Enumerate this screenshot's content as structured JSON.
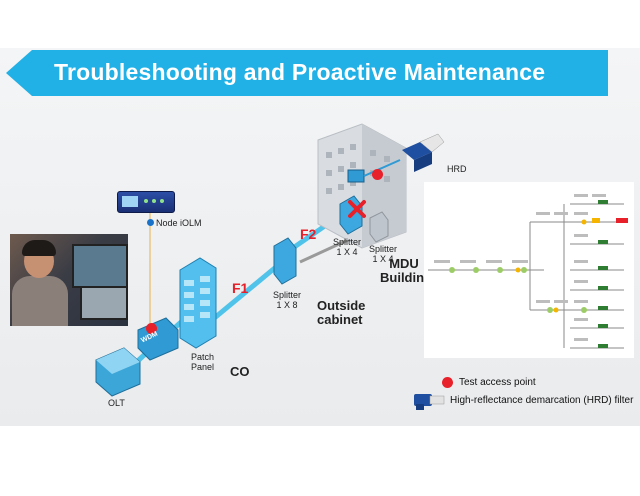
{
  "slide": {
    "title": "Troubleshooting and Proactive Maintenance",
    "banner_color": "#21b1e6"
  },
  "diagram": {
    "node_iolm_label": "Node iOLM",
    "olt_label": "OLT",
    "patch_panel_label": "Patch Panel",
    "wdm_label": "WDM",
    "co_label": "CO",
    "f1_label": "F1",
    "f2_label": "F2",
    "splitter_1x8_label": "Splitter 1 X 8",
    "outside_cabinet_label": "Outside cabinet",
    "splitter_1x4_a_label": "Splitter 1 X 4",
    "splitter_1x4_b_label": "Splitter 1 X 4",
    "mdu_building_label": "MDU Building",
    "hrd_label": "HRD",
    "fiber_color": "#4fc3ea",
    "fault_color": "#e8202a"
  },
  "legend": {
    "test_access_point": "Test access point",
    "hrd_filter": "High-reflectance demarcation (HRD) filter"
  }
}
